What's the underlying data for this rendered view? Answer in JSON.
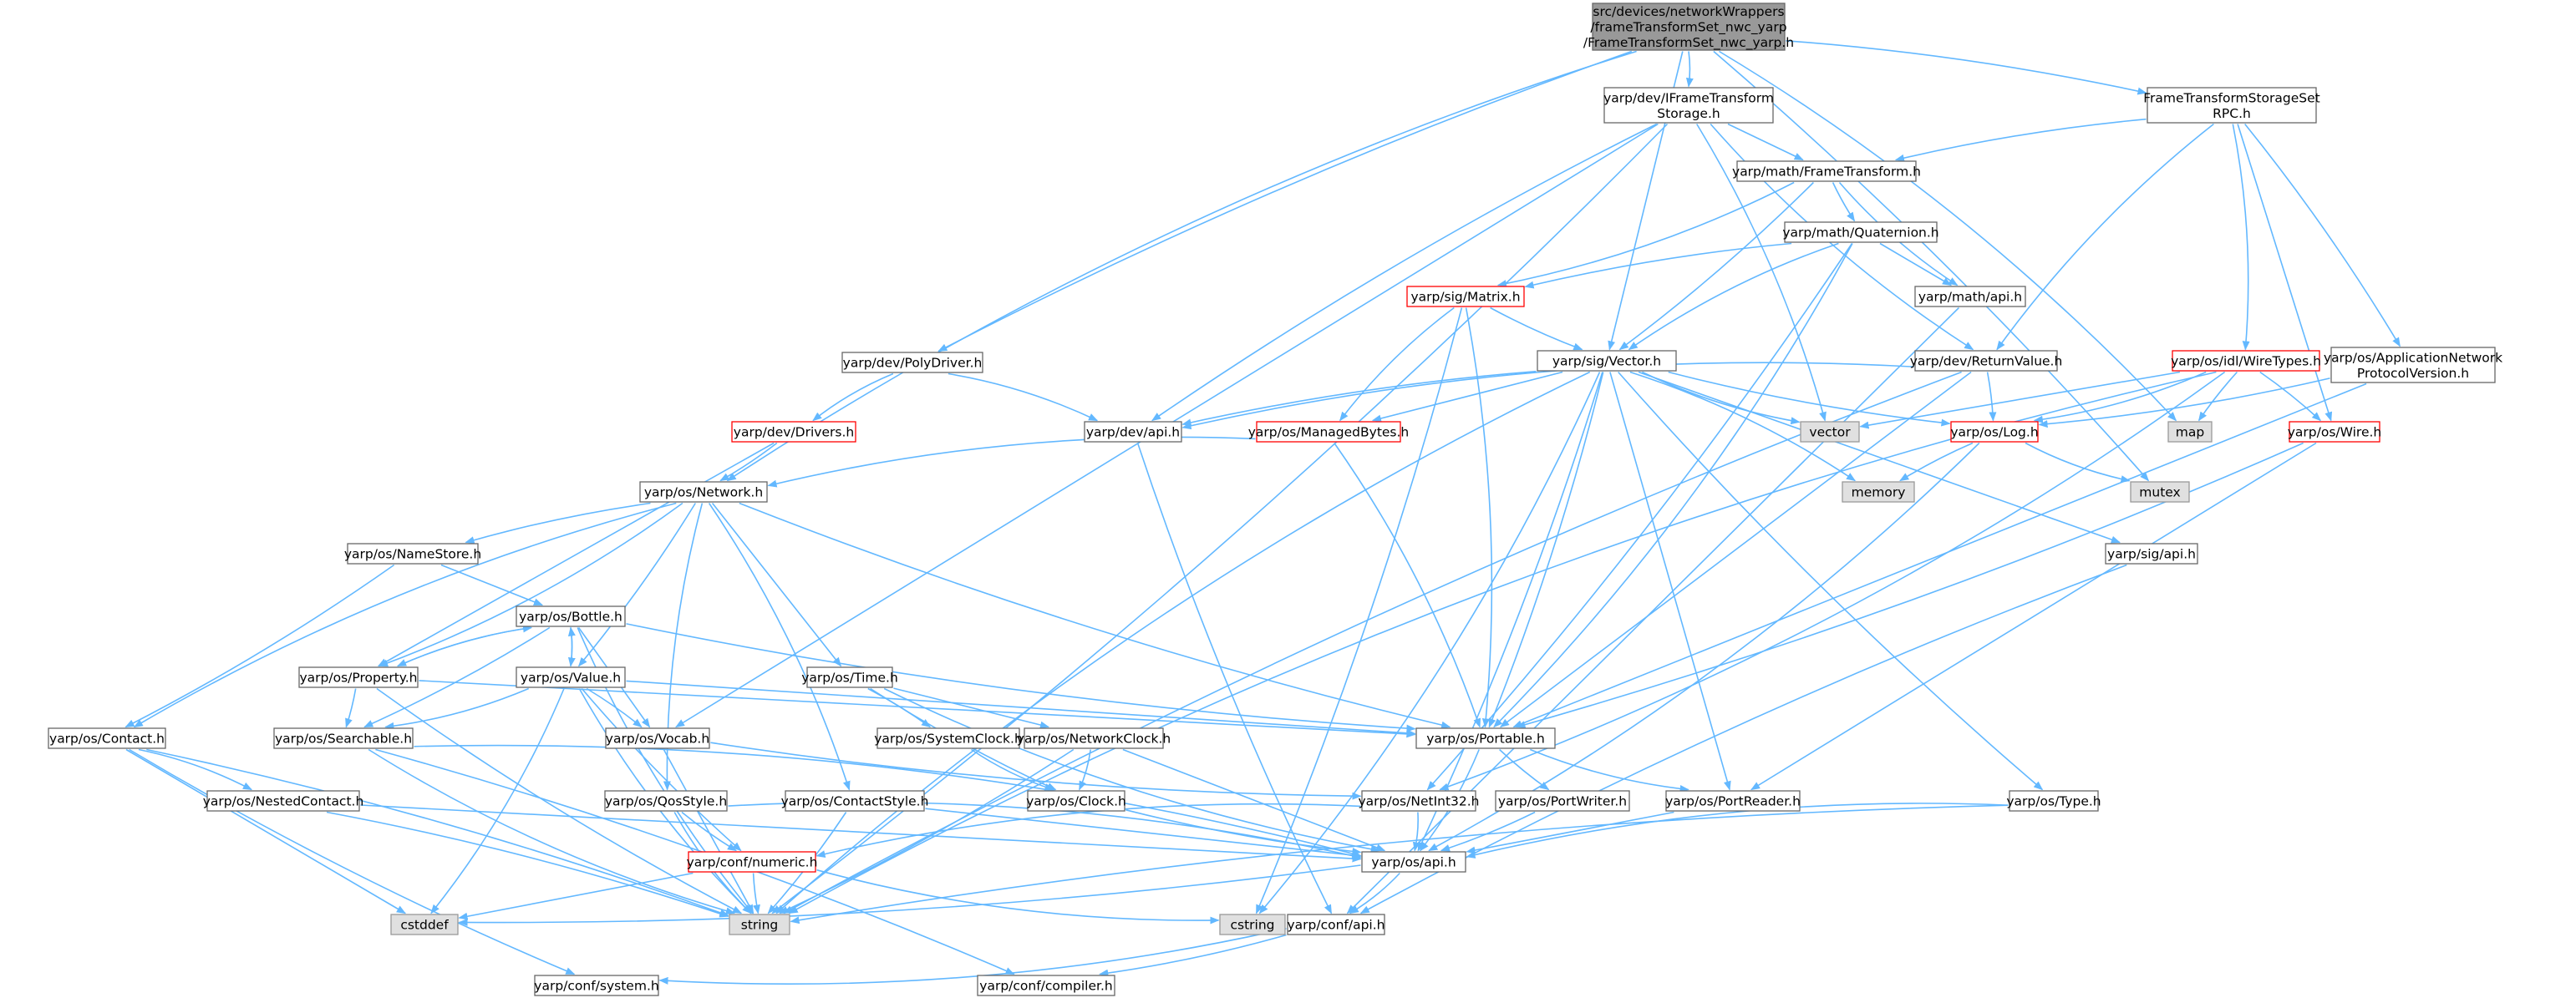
{
  "colors": {
    "edge": "#63b8ff",
    "node_fill": "#ffffff",
    "node_border": "#666666",
    "root_fill": "#999999",
    "root_border": "#666666",
    "incomplete_border": "#ff0000",
    "external_fill": "#e0e0e0",
    "external_border": "#999999"
  },
  "nodes": [
    {
      "id": "root",
      "lines": [
        "src/devices/networkWrappers",
        "/frameTransformSet_nwc_yarp",
        "/FrameTransformSet_nwc_yarp.h"
      ],
      "style": "root"
    },
    {
      "id": "IFrameTransformStorage",
      "lines": [
        "yarp/dev/IFrameTransform",
        "Storage.h"
      ],
      "style": "normal"
    },
    {
      "id": "FrameTransformStorageSetRPC",
      "lines": [
        "FrameTransformStorageSet",
        "RPC.h"
      ],
      "style": "normal"
    },
    {
      "id": "FrameTransform",
      "lines": [
        "yarp/math/FrameTransform.h"
      ],
      "style": "normal"
    },
    {
      "id": "Quaternion",
      "lines": [
        "yarp/math/Quaternion.h"
      ],
      "style": "normal"
    },
    {
      "id": "mathapi",
      "lines": [
        "yarp/math/api.h"
      ],
      "style": "normal"
    },
    {
      "id": "Matrix",
      "lines": [
        "yarp/sig/Matrix.h"
      ],
      "style": "incomplete"
    },
    {
      "id": "Vector",
      "lines": [
        "yarp/sig/Vector.h"
      ],
      "style": "normal"
    },
    {
      "id": "PolyDriver",
      "lines": [
        "yarp/dev/PolyDriver.h"
      ],
      "style": "normal"
    },
    {
      "id": "Drivers",
      "lines": [
        "yarp/dev/Drivers.h"
      ],
      "style": "incomplete"
    },
    {
      "id": "devapi",
      "lines": [
        "yarp/dev/api.h"
      ],
      "style": "normal"
    },
    {
      "id": "ManagedBytes",
      "lines": [
        "yarp/os/ManagedBytes.h"
      ],
      "style": "incomplete"
    },
    {
      "id": "ReturnValue",
      "lines": [
        "yarp/dev/ReturnValue.h"
      ],
      "style": "normal"
    },
    {
      "id": "WireTypes",
      "lines": [
        "yarp/os/idl/WireTypes.h"
      ],
      "style": "incomplete"
    },
    {
      "id": "AppNetProto",
      "lines": [
        "yarp/os/ApplicationNetwork",
        "ProtocolVersion.h"
      ],
      "style": "normal"
    },
    {
      "id": "vector",
      "lines": [
        "vector"
      ],
      "style": "external"
    },
    {
      "id": "map",
      "lines": [
        "map"
      ],
      "style": "external"
    },
    {
      "id": "Log",
      "lines": [
        "yarp/os/Log.h"
      ],
      "style": "incomplete"
    },
    {
      "id": "Wire",
      "lines": [
        "yarp/os/Wire.h"
      ],
      "style": "incomplete"
    },
    {
      "id": "memory",
      "lines": [
        "memory"
      ],
      "style": "external"
    },
    {
      "id": "mutex",
      "lines": [
        "mutex"
      ],
      "style": "external"
    },
    {
      "id": "Network",
      "lines": [
        "yarp/os/Network.h"
      ],
      "style": "normal"
    },
    {
      "id": "NameStore",
      "lines": [
        "yarp/os/NameStore.h"
      ],
      "style": "normal"
    },
    {
      "id": "sigapi",
      "lines": [
        "yarp/sig/api.h"
      ],
      "style": "normal"
    },
    {
      "id": "Bottle",
      "lines": [
        "yarp/os/Bottle.h"
      ],
      "style": "normal"
    },
    {
      "id": "Property",
      "lines": [
        "yarp/os/Property.h"
      ],
      "style": "normal"
    },
    {
      "id": "Value",
      "lines": [
        "yarp/os/Value.h"
      ],
      "style": "normal"
    },
    {
      "id": "Time",
      "lines": [
        "yarp/os/Time.h"
      ],
      "style": "normal"
    },
    {
      "id": "Contact",
      "lines": [
        "yarp/os/Contact.h"
      ],
      "style": "normal"
    },
    {
      "id": "Searchable",
      "lines": [
        "yarp/os/Searchable.h"
      ],
      "style": "normal"
    },
    {
      "id": "Vocab",
      "lines": [
        "yarp/os/Vocab.h"
      ],
      "style": "normal"
    },
    {
      "id": "SystemClock",
      "lines": [
        "yarp/os/SystemClock.h"
      ],
      "style": "normal"
    },
    {
      "id": "NetworkClock",
      "lines": [
        "yarp/os/NetworkClock.h"
      ],
      "style": "normal"
    },
    {
      "id": "Portable",
      "lines": [
        "yarp/os/Portable.h"
      ],
      "style": "normal"
    },
    {
      "id": "NestedContact",
      "lines": [
        "yarp/os/NestedContact.h"
      ],
      "style": "normal"
    },
    {
      "id": "QosStyle",
      "lines": [
        "yarp/os/QosStyle.h"
      ],
      "style": "normal"
    },
    {
      "id": "ContactStyle",
      "lines": [
        "yarp/os/ContactStyle.h"
      ],
      "style": "normal"
    },
    {
      "id": "Clock",
      "lines": [
        "yarp/os/Clock.h"
      ],
      "style": "normal"
    },
    {
      "id": "NetInt32",
      "lines": [
        "yarp/os/NetInt32.h"
      ],
      "style": "normal"
    },
    {
      "id": "PortWriter",
      "lines": [
        "yarp/os/PortWriter.h"
      ],
      "style": "normal"
    },
    {
      "id": "PortReader",
      "lines": [
        "yarp/os/PortReader.h"
      ],
      "style": "normal"
    },
    {
      "id": "Type",
      "lines": [
        "yarp/os/Type.h"
      ],
      "style": "normal"
    },
    {
      "id": "osapi",
      "lines": [
        "yarp/os/api.h"
      ],
      "style": "normal"
    },
    {
      "id": "numeric",
      "lines": [
        "yarp/conf/numeric.h"
      ],
      "style": "incomplete"
    },
    {
      "id": "cstddef",
      "lines": [
        "cstddef"
      ],
      "style": "external"
    },
    {
      "id": "string",
      "lines": [
        "string"
      ],
      "style": "external"
    },
    {
      "id": "cstring",
      "lines": [
        "cstring"
      ],
      "style": "external"
    },
    {
      "id": "confapi",
      "lines": [
        "yarp/conf/api.h"
      ],
      "style": "normal"
    },
    {
      "id": "system",
      "lines": [
        "yarp/conf/system.h"
      ],
      "style": "normal"
    },
    {
      "id": "compiler",
      "lines": [
        "yarp/conf/compiler.h"
      ],
      "style": "normal"
    }
  ],
  "edges": [
    [
      "root",
      "IFrameTransformStorage"
    ],
    [
      "root",
      "FrameTransformStorageSetRPC"
    ],
    [
      "root",
      "Vector"
    ],
    [
      "root",
      "PolyDriver"
    ],
    [
      "root",
      "Network"
    ],
    [
      "root",
      "map"
    ],
    [
      "root",
      "mutex"
    ],
    [
      "IFrameTransformStorage",
      "FrameTransform"
    ],
    [
      "IFrameTransformStorage",
      "devapi"
    ],
    [
      "IFrameTransformStorage",
      "ReturnValue"
    ],
    [
      "IFrameTransformStorage",
      "vector"
    ],
    [
      "IFrameTransformStorage",
      "string"
    ],
    [
      "IFrameTransformStorage",
      "Vocab"
    ],
    [
      "FrameTransformStorageSetRPC",
      "FrameTransform"
    ],
    [
      "FrameTransformStorageSetRPC",
      "ReturnValue"
    ],
    [
      "FrameTransformStorageSetRPC",
      "WireTypes"
    ],
    [
      "FrameTransformStorageSetRPC",
      "AppNetProto"
    ],
    [
      "FrameTransformStorageSetRPC",
      "Wire"
    ],
    [
      "FrameTransform",
      "Quaternion"
    ],
    [
      "FrameTransform",
      "mathapi"
    ],
    [
      "FrameTransform",
      "Matrix"
    ],
    [
      "FrameTransform",
      "Vector"
    ],
    [
      "Quaternion",
      "mathapi"
    ],
    [
      "Quaternion",
      "Matrix"
    ],
    [
      "Quaternion",
      "Vector"
    ],
    [
      "Quaternion",
      "Portable"
    ],
    [
      "Quaternion",
      "NetInt32"
    ],
    [
      "mathapi",
      "confapi"
    ],
    [
      "Matrix",
      "Vector"
    ],
    [
      "Matrix",
      "ManagedBytes"
    ],
    [
      "Matrix",
      "Portable"
    ],
    [
      "Matrix",
      "cstring"
    ],
    [
      "Vector",
      "ManagedBytes"
    ],
    [
      "Vector",
      "Log"
    ],
    [
      "Vector",
      "vector"
    ],
    [
      "Vector",
      "memory"
    ],
    [
      "Vector",
      "Portable"
    ],
    [
      "Vector",
      "sigapi"
    ],
    [
      "Vector",
      "Type"
    ],
    [
      "Vector",
      "string"
    ],
    [
      "Vector",
      "cstring"
    ],
    [
      "Vector",
      "osapi"
    ],
    [
      "Vector",
      "PortReader"
    ],
    [
      "Vector",
      "devapi"
    ],
    [
      "PolyDriver",
      "Drivers"
    ],
    [
      "PolyDriver",
      "devapi"
    ],
    [
      "Drivers",
      "Network"
    ],
    [
      "Drivers",
      "Property"
    ],
    [
      "devapi",
      "confapi"
    ],
    [
      "ManagedBytes",
      "Network"
    ],
    [
      "ManagedBytes",
      "Portable"
    ],
    [
      "ReturnValue",
      "Log"
    ],
    [
      "ReturnValue",
      "Portable"
    ],
    [
      "ReturnValue",
      "string"
    ],
    [
      "ReturnValue",
      "devapi"
    ],
    [
      "WireTypes",
      "Log"
    ],
    [
      "WireTypes",
      "Wire"
    ],
    [
      "WireTypes",
      "vector"
    ],
    [
      "WireTypes",
      "map"
    ],
    [
      "WireTypes",
      "string"
    ],
    [
      "WireTypes",
      "NetInt32"
    ],
    [
      "AppNetProto",
      "Log"
    ],
    [
      "AppNetProto",
      "Portable"
    ],
    [
      "Log",
      "memory"
    ],
    [
      "Log",
      "mutex"
    ],
    [
      "Log",
      "osapi"
    ],
    [
      "Wire",
      "Portable"
    ],
    [
      "Wire",
      "PortReader"
    ],
    [
      "Network",
      "NameStore"
    ],
    [
      "Network",
      "Contact"
    ],
    [
      "Network",
      "Property"
    ],
    [
      "Network",
      "Value"
    ],
    [
      "Network",
      "Time"
    ],
    [
      "Network",
      "Portable"
    ],
    [
      "Network",
      "QosStyle"
    ],
    [
      "Network",
      "ContactStyle"
    ],
    [
      "NameStore",
      "Contact"
    ],
    [
      "NameStore",
      "Bottle"
    ],
    [
      "sigapi",
      "confapi"
    ],
    [
      "Bottle",
      "Property"
    ],
    [
      "Bottle",
      "Value"
    ],
    [
      "Bottle",
      "Searchable"
    ],
    [
      "Bottle",
      "Vocab"
    ],
    [
      "Bottle",
      "Portable"
    ],
    [
      "Bottle",
      "string"
    ],
    [
      "Property",
      "Bottle"
    ],
    [
      "Property",
      "Searchable"
    ],
    [
      "Property",
      "Portable"
    ],
    [
      "Property",
      "string"
    ],
    [
      "Value",
      "Bottle"
    ],
    [
      "Value",
      "Searchable"
    ],
    [
      "Value",
      "Vocab"
    ],
    [
      "Value",
      "Portable"
    ],
    [
      "Value",
      "numeric"
    ],
    [
      "Value",
      "string"
    ],
    [
      "Value",
      "cstddef"
    ],
    [
      "Time",
      "SystemClock"
    ],
    [
      "Time",
      "NetworkClock"
    ],
    [
      "Time",
      "Clock"
    ],
    [
      "Time",
      "osapi"
    ],
    [
      "Contact",
      "NestedContact"
    ],
    [
      "Contact",
      "string"
    ],
    [
      "Contact",
      "cstddef"
    ],
    [
      "Contact",
      "system"
    ],
    [
      "Searchable",
      "string"
    ],
    [
      "Searchable",
      "osapi"
    ],
    [
      "Searchable",
      "compiler"
    ],
    [
      "Vocab",
      "string"
    ],
    [
      "Vocab",
      "NetInt32"
    ],
    [
      "SystemClock",
      "Clock"
    ],
    [
      "NetworkClock",
      "Clock"
    ],
    [
      "NetworkClock",
      "string"
    ],
    [
      "NetworkClock",
      "osapi"
    ],
    [
      "Portable",
      "PortWriter"
    ],
    [
      "Portable",
      "PortReader"
    ],
    [
      "Portable",
      "osapi"
    ],
    [
      "NestedContact",
      "string"
    ],
    [
      "NestedContact",
      "osapi"
    ],
    [
      "QosStyle",
      "numeric"
    ],
    [
      "QosStyle",
      "string"
    ],
    [
      "QosStyle",
      "osapi"
    ],
    [
      "ContactStyle",
      "string"
    ],
    [
      "ContactStyle",
      "osapi"
    ],
    [
      "Clock",
      "osapi"
    ],
    [
      "NetInt32",
      "numeric"
    ],
    [
      "NetInt32",
      "osapi"
    ],
    [
      "PortWriter",
      "osapi"
    ],
    [
      "PortReader",
      "osapi"
    ],
    [
      "Type",
      "string"
    ],
    [
      "Type",
      "osapi"
    ],
    [
      "osapi",
      "confapi"
    ],
    [
      "osapi",
      "cstddef"
    ],
    [
      "numeric",
      "cstddef"
    ],
    [
      "numeric",
      "string"
    ],
    [
      "numeric",
      "cstring"
    ],
    [
      "confapi",
      "system"
    ],
    [
      "confapi",
      "compiler"
    ]
  ]
}
